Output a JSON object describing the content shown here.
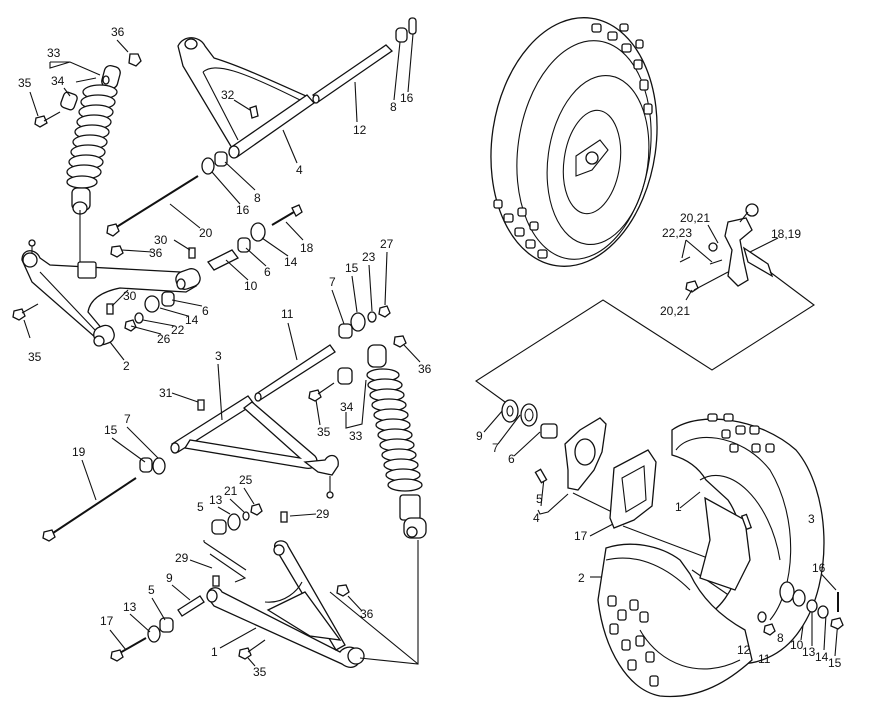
{
  "diagram": {
    "line_color": "#111111",
    "background": "#ffffff",
    "left_labels": [
      "36",
      "33",
      "34",
      "35",
      "32",
      "12",
      "8",
      "16",
      "4",
      "8",
      "16",
      "20",
      "30",
      "36",
      "18",
      "14",
      "6",
      "10",
      "30",
      "6",
      "14",
      "22",
      "26",
      "7",
      "15",
      "23",
      "27",
      "11",
      "35",
      "2",
      "3",
      "31",
      "36",
      "34",
      "35",
      "33",
      "7",
      "15",
      "19",
      "25",
      "21",
      "13",
      "5",
      "29",
      "29",
      "9",
      "5",
      "13",
      "17",
      "36",
      "1",
      "35"
    ],
    "right_labels": [
      "20,21",
      "22,23",
      "18,19",
      "20,21",
      "9",
      "7",
      "6",
      "5",
      "4",
      "17",
      "1",
      "3",
      "2",
      "16",
      "8",
      "10",
      "13",
      "14",
      "15",
      "12",
      "11"
    ]
  }
}
